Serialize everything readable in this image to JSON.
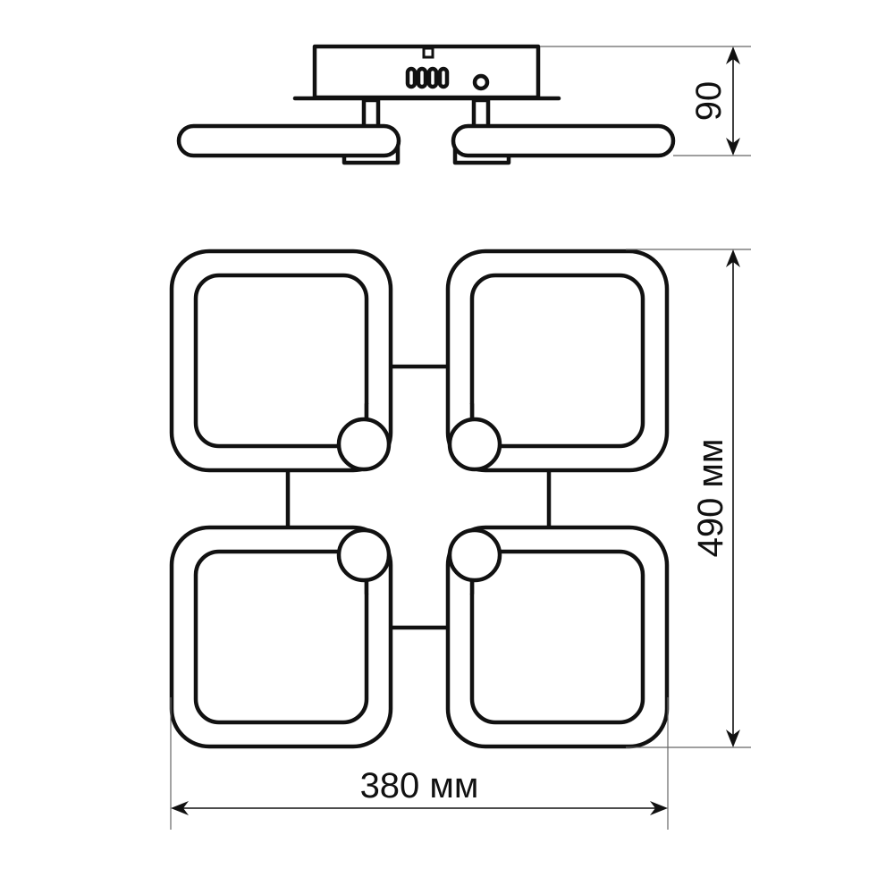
{
  "dimensions": {
    "height_side": "90",
    "height_top": "490 мм",
    "width": "380 мм"
  },
  "colors": {
    "line": "#111111",
    "background": "#ffffff"
  }
}
